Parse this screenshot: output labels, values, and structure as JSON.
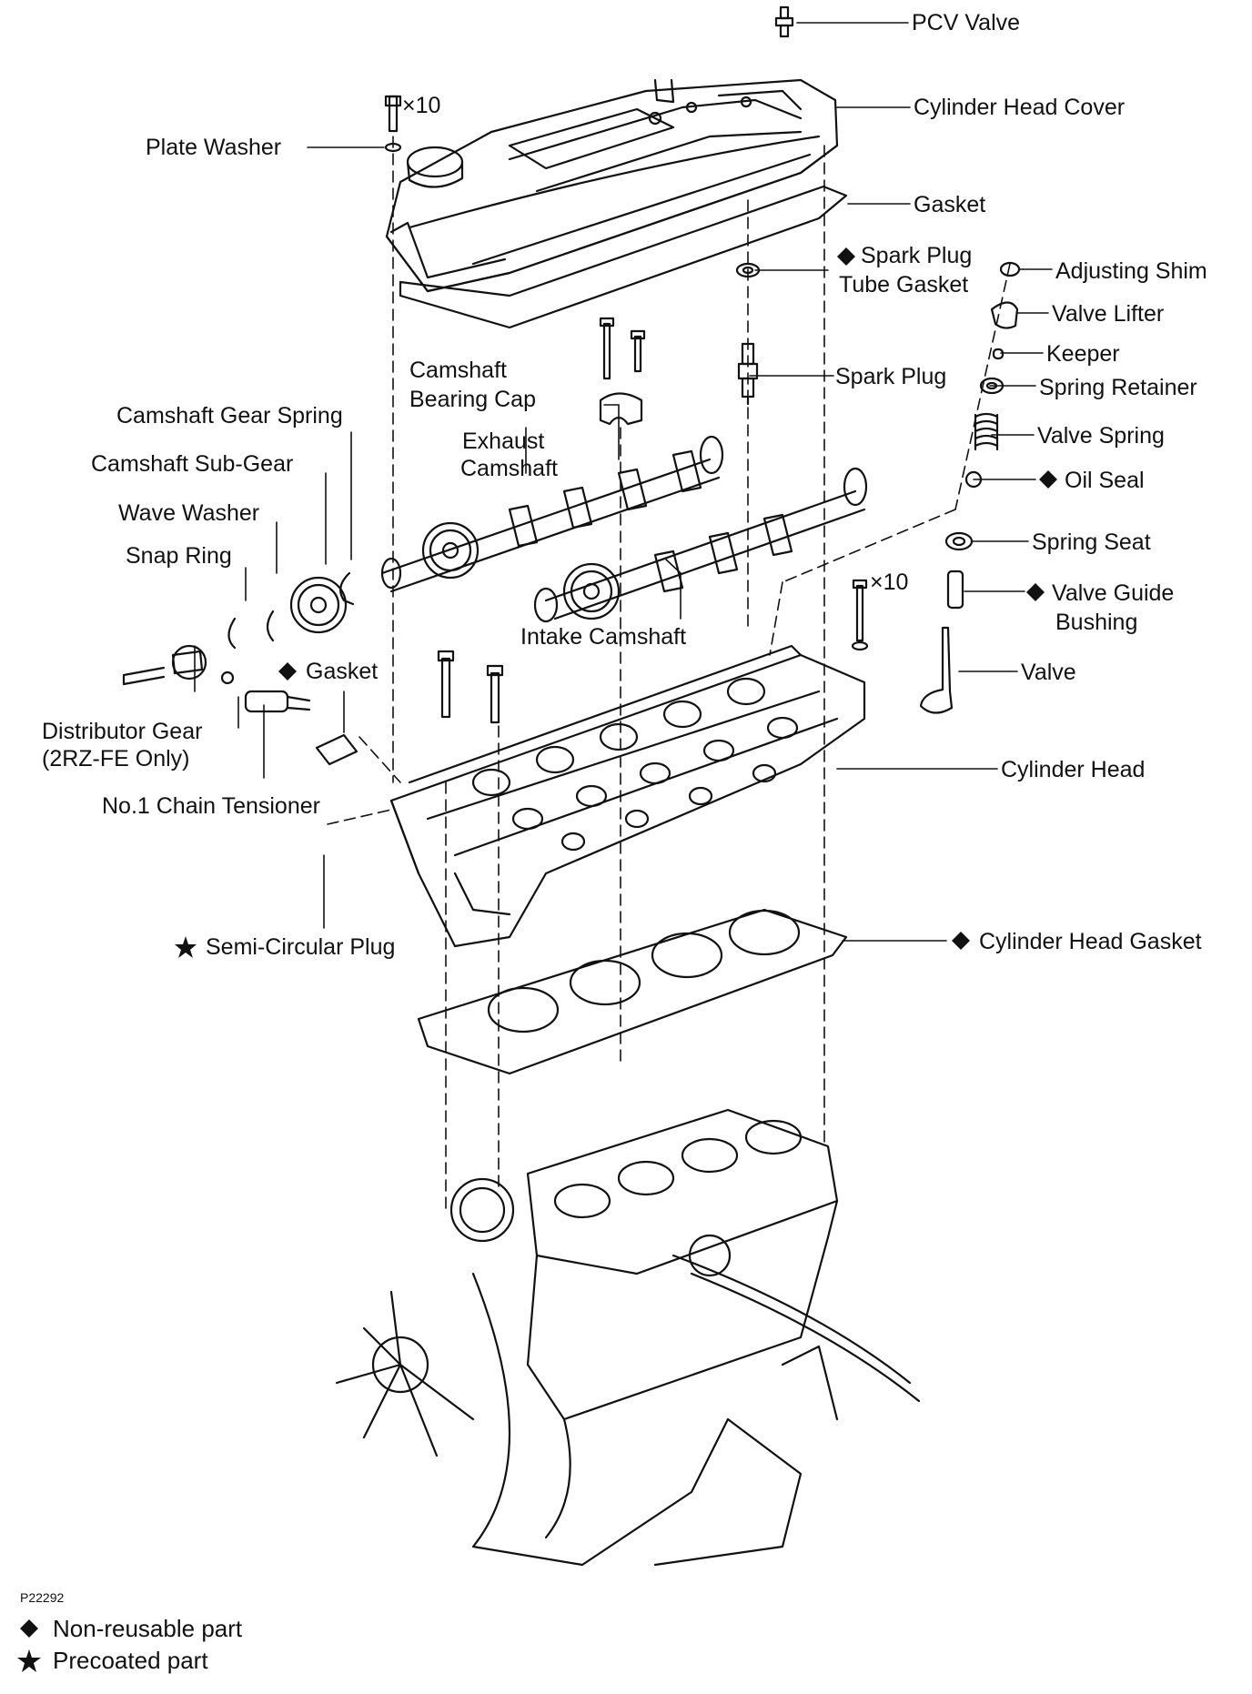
{
  "labels": {
    "pcv_valve": "PCV Valve",
    "cylinder_head_cover": "Cylinder Head Cover",
    "bolt_count_cover": "×10",
    "plate_washer": "Plate Washer",
    "gasket_cover": "Gasket",
    "spark_plug_tube_gasket_l1": "Spark Plug",
    "spark_plug_tube_gasket_l2": "Tube Gasket",
    "adjusting_shim": "Adjusting Shim",
    "valve_lifter": "Valve Lifter",
    "keeper": "Keeper",
    "spring_retainer": "Spring Retainer",
    "valve_spring": "Valve Spring",
    "oil_seal": "Oil Seal",
    "spring_seat": "Spring Seat",
    "valve_guide_bushing_l1": "Valve Guide",
    "valve_guide_bushing_l2": "Bushing",
    "valve": "Valve",
    "camshaft_bearing_cap_l1": "Camshaft",
    "camshaft_bearing_cap_l2": "Bearing Cap",
    "spark_plug": "Spark Plug",
    "camshaft_gear_spring": "Camshaft Gear Spring",
    "camshaft_sub_gear": "Camshaft Sub-Gear",
    "exhaust_camshaft_l1": "Exhaust",
    "exhaust_camshaft_l2": "Camshaft",
    "wave_washer": "Wave Washer",
    "snap_ring": "Snap Ring",
    "intake_camshaft": "Intake Camshaft",
    "bolt_count_head": "×10",
    "gasket_tensioner": "Gasket",
    "distributor_gear_l1": "Distributor Gear",
    "distributor_gear_l2": "(2RZ-FE Only)",
    "no1_chain_tensioner": "No.1 Chain Tensioner",
    "cylinder_head": "Cylinder Head",
    "semi_circular_plug": "Semi-Circular Plug",
    "cylinder_head_gasket": "Cylinder Head Gasket"
  },
  "figure_code": "P22292",
  "legend": {
    "non_reusable": "Non-reusable part",
    "precoated": "Precoated part"
  },
  "symbols": {
    "diamond": "◆",
    "star": "★"
  },
  "colors": {
    "ink": "#111111",
    "paper": "#ffffff"
  }
}
